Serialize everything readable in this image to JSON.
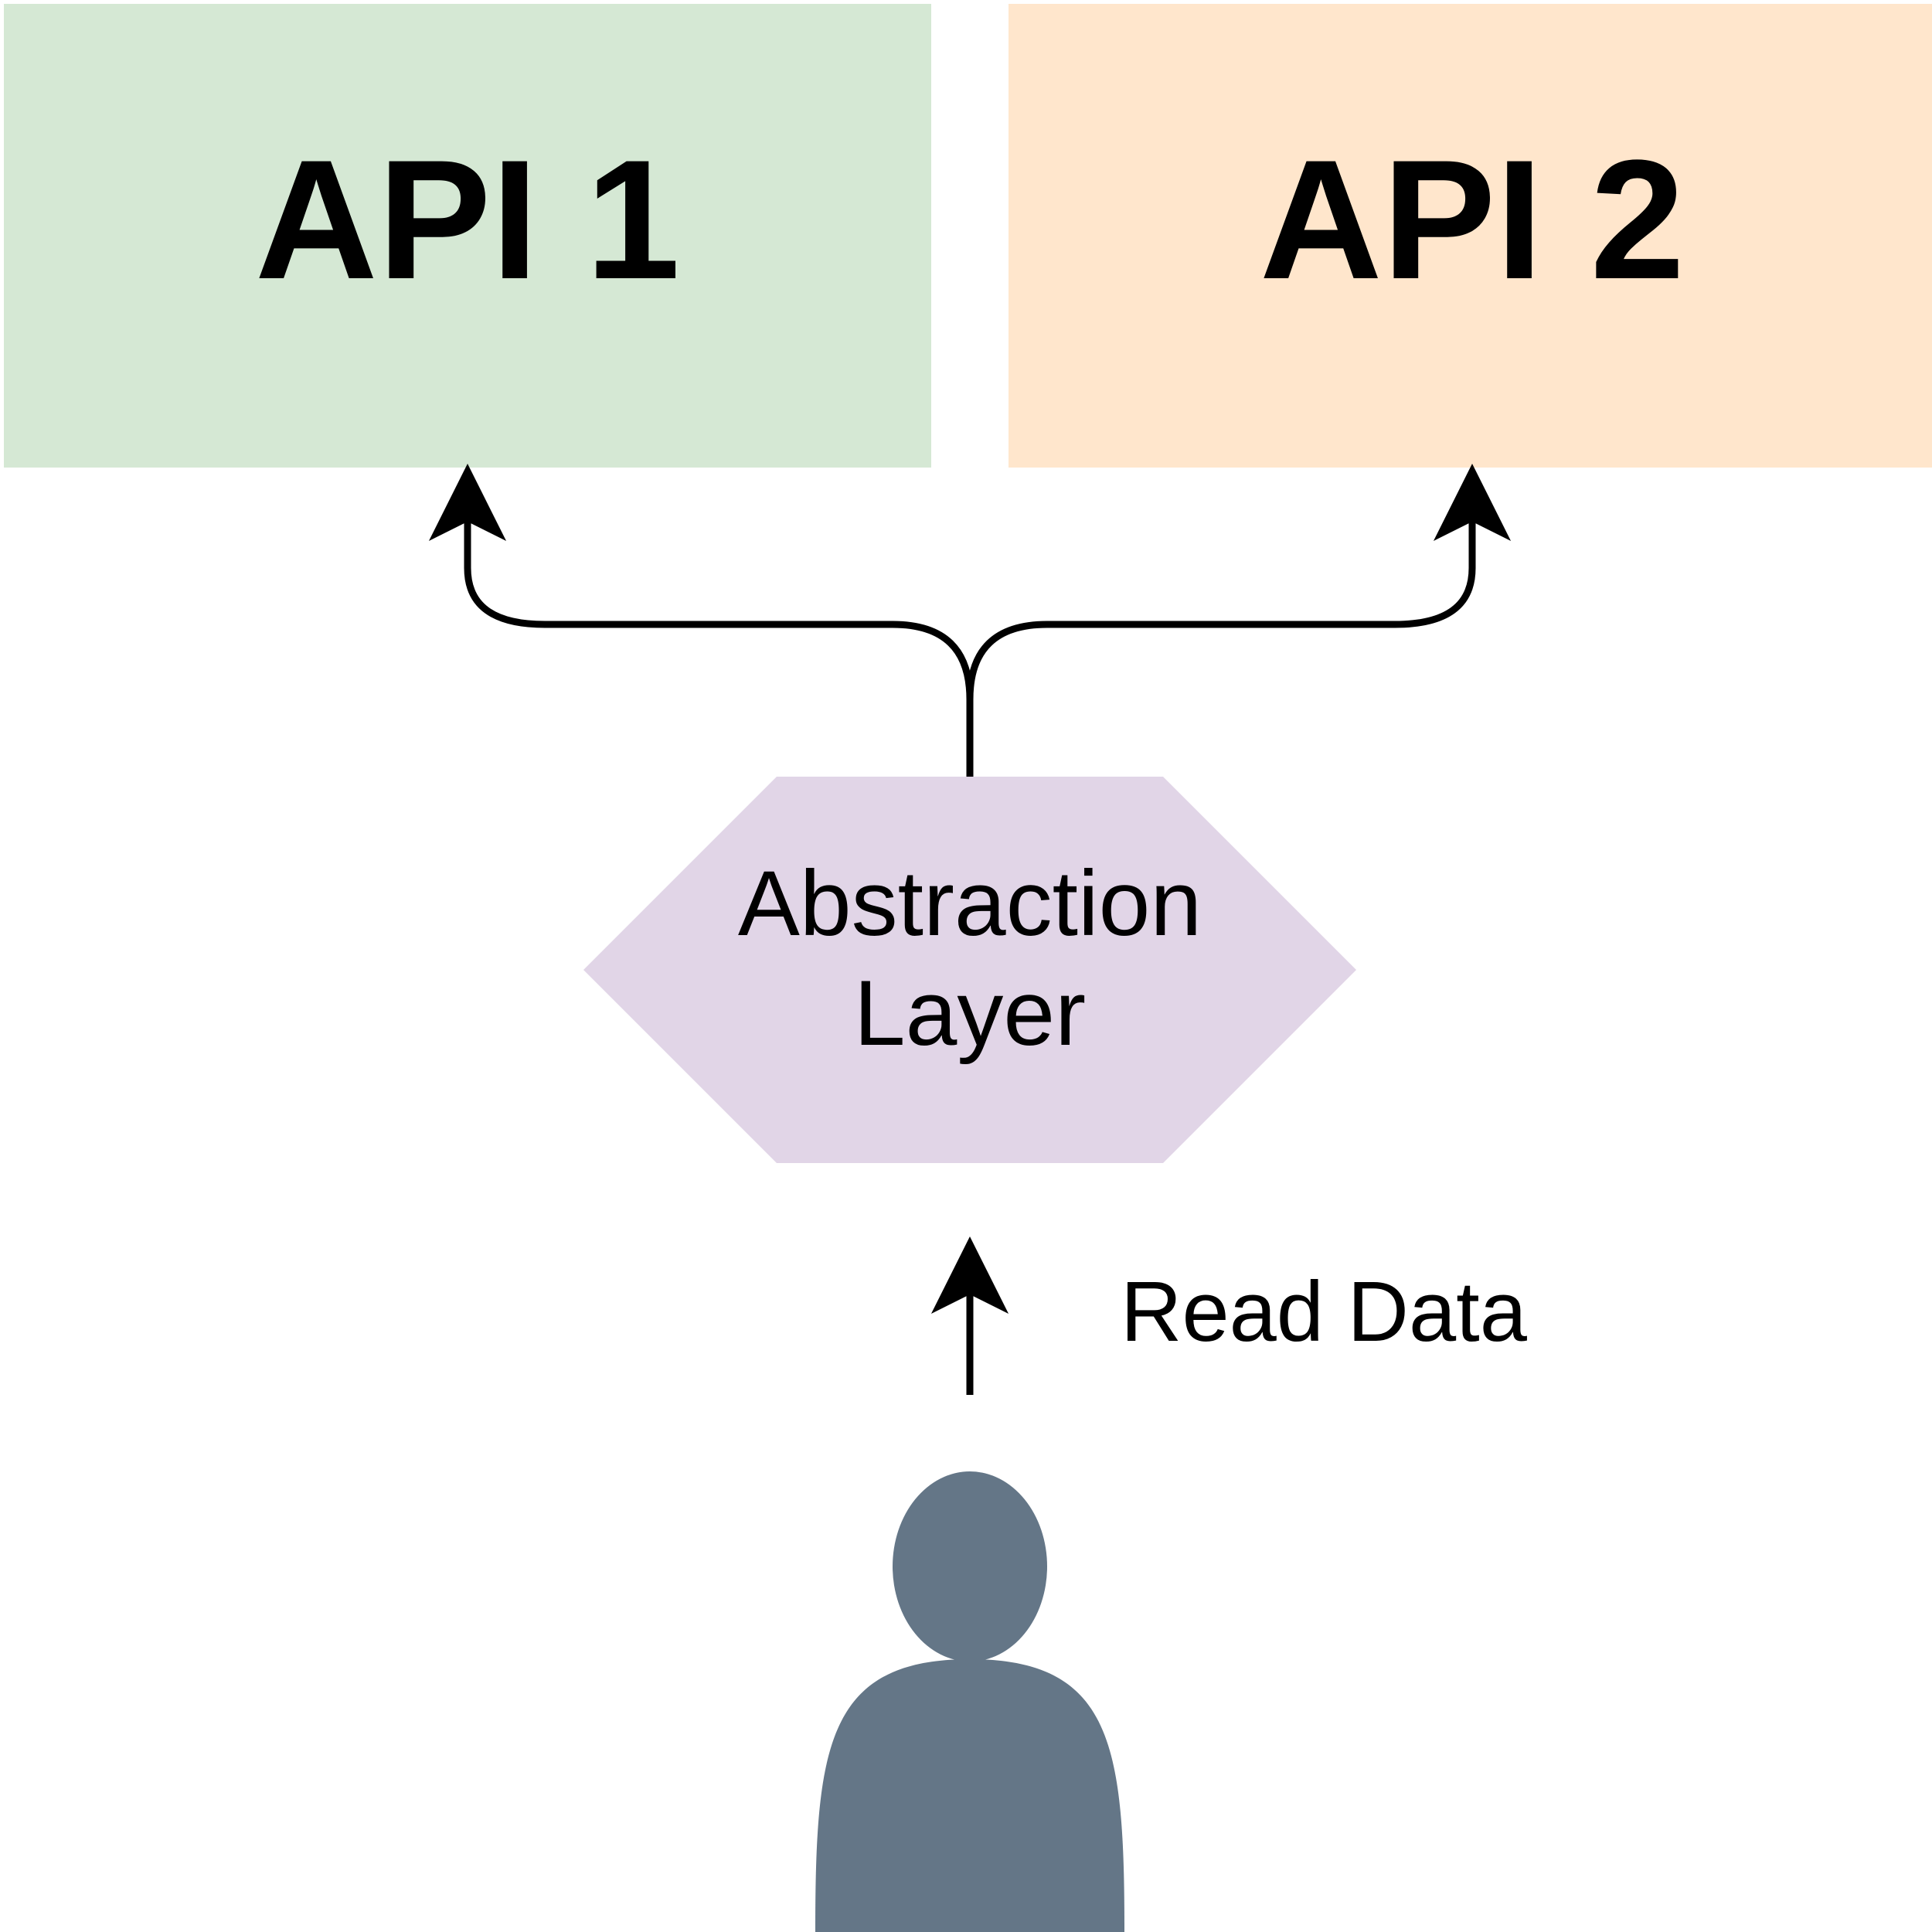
{
  "colors": {
    "api1_fill": "#d5e8d4",
    "api2_fill": "#ffe6cc",
    "abstraction_fill": "#e1d5e7",
    "user_fill": "#647687",
    "line": "#000000"
  },
  "nodes": {
    "api1": {
      "label": "API 1"
    },
    "api2": {
      "label": "API 2"
    },
    "abstraction": {
      "line1": "Abstraction",
      "line2": "Layer"
    },
    "user": {
      "icon": "user-icon"
    }
  },
  "edges": {
    "user_to_abstraction": {
      "label": "Read Data"
    },
    "abstraction_to_api1": {
      "label": ""
    },
    "abstraction_to_api2": {
      "label": ""
    }
  }
}
